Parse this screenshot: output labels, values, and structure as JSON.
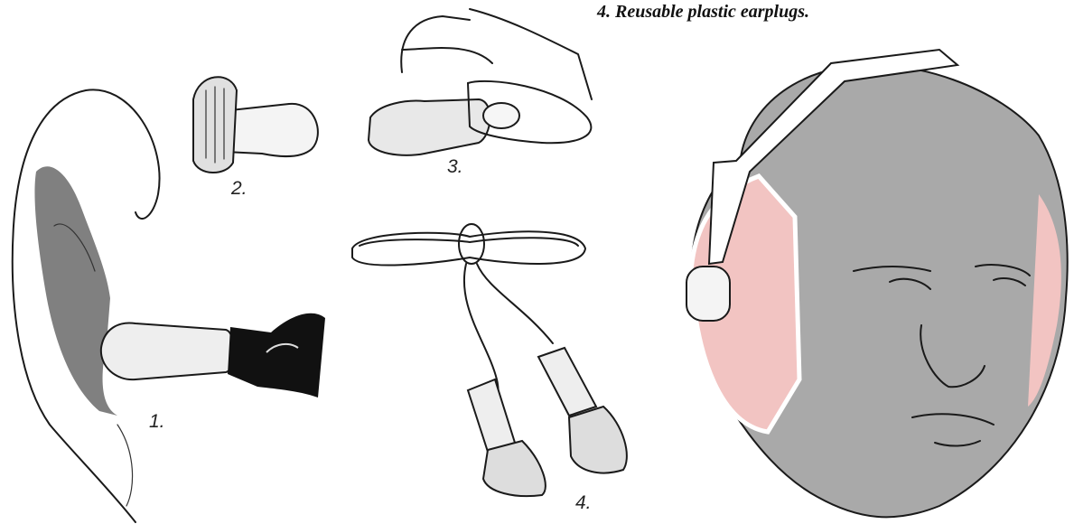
{
  "caption": "4. Reusable plastic earplugs.",
  "figures": [
    {
      "label": "1.",
      "depicts": "ear with earplug inserted"
    },
    {
      "label": "2.",
      "depicts": "foam earplug"
    },
    {
      "label": "3.",
      "depicts": "fingers rolling earplug"
    },
    {
      "label": "4.",
      "depicts": "corded reusable earplugs"
    }
  ],
  "colors": {
    "ear_muff": "#f2c4c2",
    "head": "#a9a9a9",
    "ink": "#1a1a1a"
  }
}
